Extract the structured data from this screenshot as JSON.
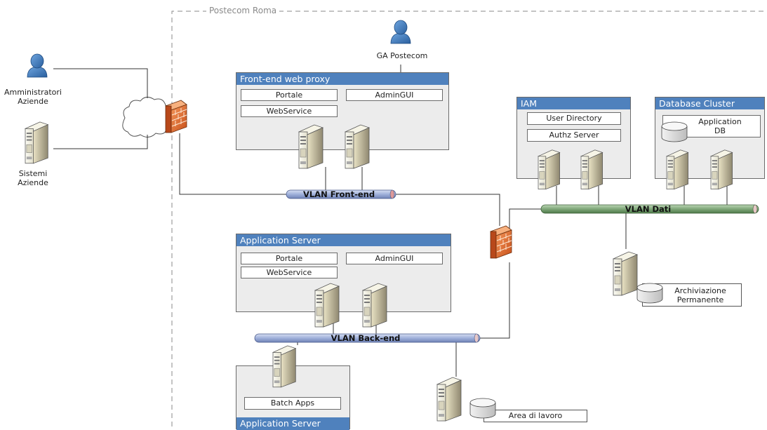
{
  "region": {
    "label": "Postecom Roma"
  },
  "actors": {
    "admin": "Amministratori\nAziende",
    "systems": "Sistemi\nAziende",
    "ga": "GA Postecom"
  },
  "frontend_proxy": {
    "title": "Front-end web proxy",
    "items": [
      "Portale",
      "AdminGUI",
      "WebService"
    ]
  },
  "app_server": {
    "title": "Application Server",
    "items": [
      "Portale",
      "AdminGUI",
      "WebService"
    ]
  },
  "batch_server": {
    "title": "Application Server",
    "items": [
      "Batch Apps"
    ]
  },
  "iam": {
    "title": "IAM",
    "items": [
      "User Directory",
      "Authz Server"
    ]
  },
  "db_cluster": {
    "title": "Database Cluster",
    "items": [
      "Application\nDB"
    ]
  },
  "vlans": {
    "frontend": "VLAN Front-end",
    "backend": "VLAN Back-end",
    "dati": "VLAN Dati"
  },
  "storage": {
    "archive": "Archiviazione\nPermanente",
    "work": "Area di lavoro"
  },
  "colors": {
    "title_bar": "#4f81bd",
    "vlan_blue": "#a9b8de",
    "vlan_green": "#7fa779",
    "firewall": "#e46c2a",
    "user_icon": "#3f7fc6"
  }
}
